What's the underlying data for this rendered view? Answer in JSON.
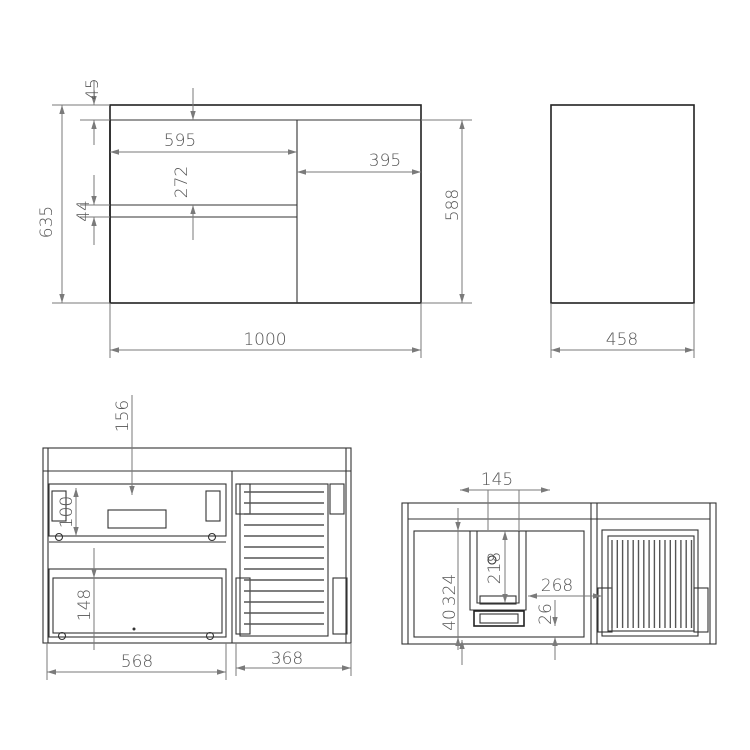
{
  "dimensions": {
    "top_thickness": "45",
    "overall_height": "635",
    "drawer_width": "595",
    "drawer_height": "272",
    "drawer_gap": "44",
    "door_width": "395",
    "door_height": "588",
    "overall_width": "1000",
    "depth": "458",
    "upper_drawer_depth": "156",
    "upper_drawer_inner_height": "100",
    "lower_drawer_inner_height": "148",
    "left_section_width": "568",
    "right_section_width": "368",
    "siphon_cutout_width": "145",
    "siphon_cutout_height": "218",
    "lower_cutout_height": "324",
    "base_offset": "40",
    "basket_width": "268",
    "basket_base_offset": "26"
  }
}
